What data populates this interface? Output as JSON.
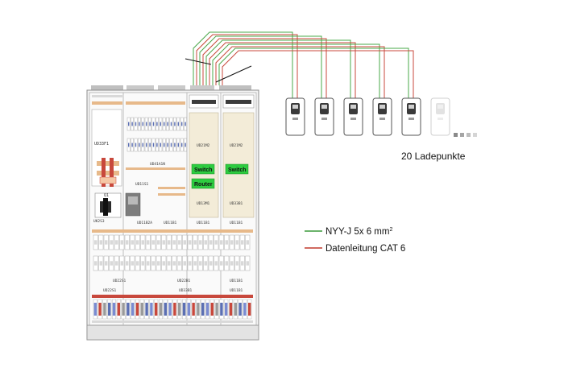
{
  "cabinet": {
    "labels": {
      "top_left": "UD33F1",
      "top_right_upper": "UD21M2",
      "top_right_upper2": "UD21M2",
      "mid_a": "UD41A1N",
      "mid_b": "UD11S1",
      "mid_c": "UD13M1",
      "mid_d": "UD11B1",
      "mid_e": "UD11B1",
      "lower_left": "UK2S3",
      "lower_mid": "UD11B2A",
      "lower_mid2": "UD11B1",
      "row_l": "UD22S1",
      "row_m": "UD33B1",
      "row_r": "UD11B1",
      "bottom_l": "UD22S1",
      "bottom_m": "UD22B1",
      "bottom_r": "UD11B1",
      "q_label": "Q1"
    },
    "devices": {
      "switch1": "Switch",
      "switch2": "Switch",
      "router": "Router"
    }
  },
  "charging_points": {
    "count_label": "20 Ladepunkte",
    "visible_units": 6
  },
  "legend": {
    "items": [
      {
        "label": "NYY-J 5x 6 mm",
        "superscript": "2",
        "color": "#3a9a3a"
      },
      {
        "label": "Datenleitung CAT 6",
        "superscript": "",
        "color": "#c0392b"
      }
    ]
  },
  "colors": {
    "green_cable": "#4aa84a",
    "red_cable": "#c8483c",
    "device_green": "#2ecc40",
    "busbar": "#e7b98a",
    "cabinet_fill": "#f2f2f2",
    "din_rail": "#e8dcc8"
  }
}
